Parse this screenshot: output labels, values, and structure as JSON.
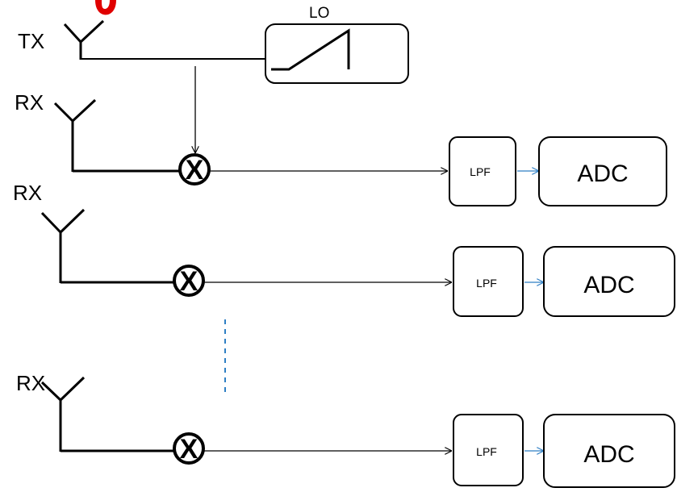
{
  "diagram": {
    "tx_label": "TX",
    "lo_label": "LO",
    "chains": [
      {
        "rx_label": "RX",
        "lpf_label": "LPF",
        "adc_label": "ADC"
      },
      {
        "rx_label": "RX",
        "lpf_label": "LPF",
        "adc_label": "ADC"
      },
      {
        "rx_label": "RX",
        "lpf_label": "LPF",
        "adc_label": "ADC"
      }
    ],
    "mixer_symbol": "X"
  },
  "colors": {
    "line": "#000000",
    "accent_arrow": "#2e7fc4",
    "ellipsis": "#2e7fc4",
    "partial_heading": "#e00000"
  },
  "icons": [
    "antenna-icon",
    "mixer-icon",
    "sawtooth-chirp-icon"
  ]
}
